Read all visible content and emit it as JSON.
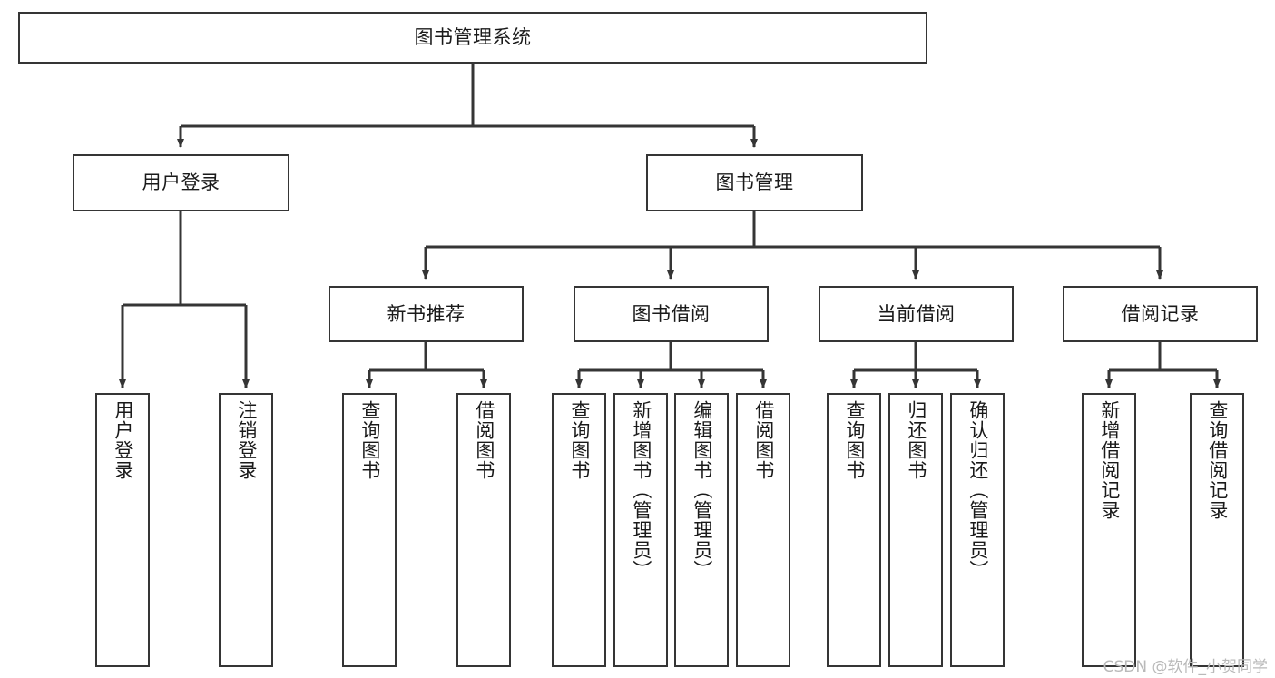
{
  "diagram": {
    "title": "图书管理系统",
    "type": "tree-hierarchy-diagram",
    "root": {
      "label": "图书管理系统"
    },
    "level2": [
      {
        "label": "用户登录"
      },
      {
        "label": "图书管理"
      }
    ],
    "level3": [
      {
        "label": "新书推荐"
      },
      {
        "label": "图书借阅"
      },
      {
        "label": "当前借阅"
      },
      {
        "label": "借阅记录"
      }
    ],
    "leaves": {
      "user_login": [
        {
          "label": "用户登录"
        },
        {
          "label": "注销登录"
        }
      ],
      "new_book_recommend": [
        {
          "label": "查询图书"
        },
        {
          "label": "借阅图书"
        }
      ],
      "book_borrow": [
        {
          "label": "查询图书"
        },
        {
          "label": "新增图书（管理员）"
        },
        {
          "label": "编辑图书（管理员）"
        },
        {
          "label": "借阅图书"
        }
      ],
      "current_borrow": [
        {
          "label": "查询图书"
        },
        {
          "label": "归还图书"
        },
        {
          "label": "确认归还（管理员）"
        }
      ],
      "borrow_record": [
        {
          "label": "新增借阅记录"
        },
        {
          "label": "查询借阅记录"
        }
      ]
    }
  },
  "watermark": {
    "text": "CSDN @软件_小贺同学"
  },
  "colors": {
    "stroke": "#353535",
    "box_fill": "#ffffff",
    "text": "#1a1a1a",
    "watermark": "#b9b9b9",
    "background": "#ffffff"
  }
}
